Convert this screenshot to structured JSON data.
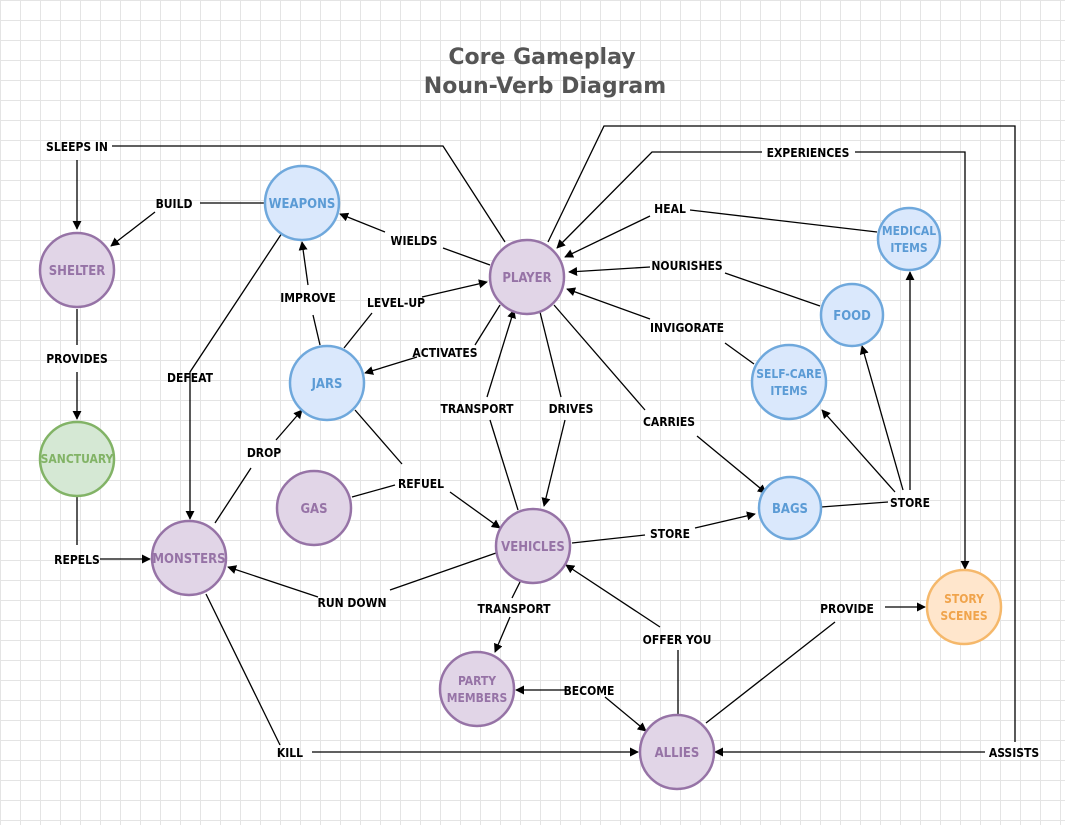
{
  "title": {
    "line1": "Core Gameplay",
    "line2": "Noun-Verb Diagram"
  },
  "colors": {
    "purple_fill": "#e1d5e7",
    "purple_stroke": "#9673a6",
    "purple_text": "#9673a6",
    "blue_fill": "#dae8fc",
    "blue_stroke": "#6fa8dc",
    "blue_text": "#5b9bd5",
    "green_fill": "#d5e8d4",
    "green_stroke": "#82b366",
    "green_text": "#82b366",
    "orange_fill": "#ffe6cc",
    "orange_stroke": "#f5b86b",
    "orange_text": "#f0a44c"
  },
  "nodes": {
    "player": [
      "PLAYER"
    ],
    "weapons": [
      "WEAPONS"
    ],
    "shelter": [
      "SHELTER"
    ],
    "sanctuary": [
      "SANCTUARY"
    ],
    "jars": [
      "JARS"
    ],
    "gas": [
      "GAS"
    ],
    "monsters": [
      "MONSTERS"
    ],
    "vehicles": [
      "VEHICLES"
    ],
    "party_members": [
      "PARTY",
      "MEMBERS"
    ],
    "allies": [
      "ALLIES"
    ],
    "bags": [
      "BAGS"
    ],
    "medical_items": [
      "MEDICAL",
      "ITEMS"
    ],
    "food": [
      "FOOD"
    ],
    "self_care_items": [
      "SELF-CARE",
      "ITEMS"
    ],
    "story_scenes": [
      "STORY",
      "SCENES"
    ]
  },
  "verbs": {
    "sleeps_in": "SLEEPS IN",
    "build": "BUILD",
    "provides": "PROVIDES",
    "repels": "REPELS",
    "defeat": "DEFEAT",
    "improve": "IMPROVE",
    "wields": "WIELDS",
    "level_up": "LEVEL-UP",
    "activates": "ACTIVATES",
    "drop": "DROP",
    "refuel": "REFUEL",
    "transport_up": "TRANSPORT",
    "drives": "DRIVES",
    "carries": "CARRIES",
    "heal": "HEAL",
    "nourishes": "NOURISHES",
    "invigorate": "INVIGORATE",
    "experiences": "EXPERIENCES",
    "store_bags": "STORE",
    "store_items": "STORE",
    "run_down": "RUN DOWN",
    "transport_party": "TRANSPORT",
    "offer_you": "OFFER YOU",
    "become": "BECOME",
    "kill": "KILL",
    "provide": "PROVIDE",
    "assists": "ASSISTS"
  }
}
